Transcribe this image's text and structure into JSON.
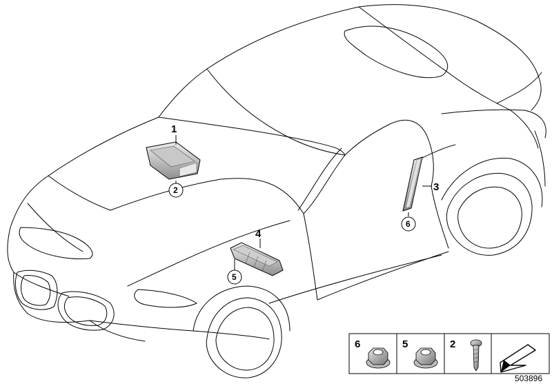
{
  "callouts": {
    "c1": "1",
    "c2": "2",
    "c3": "3",
    "c4": "4",
    "c5": "5",
    "c6": "6"
  },
  "legend": {
    "item_a": "6",
    "item_b": "5",
    "item_c": "2"
  },
  "diagram_number": "503896",
  "colors": {
    "outline": "#000000",
    "part_fill": "#d9d9d9",
    "part_shadow": "#9a9a9a",
    "legend_border": "#000000"
  },
  "icons": [
    "car-outline",
    "driver-airbag-module",
    "knee-airbag-module",
    "side-airbag-module",
    "hex-flange-nut-icon",
    "torx-screw-icon",
    "direction-arrow-icon"
  ]
}
